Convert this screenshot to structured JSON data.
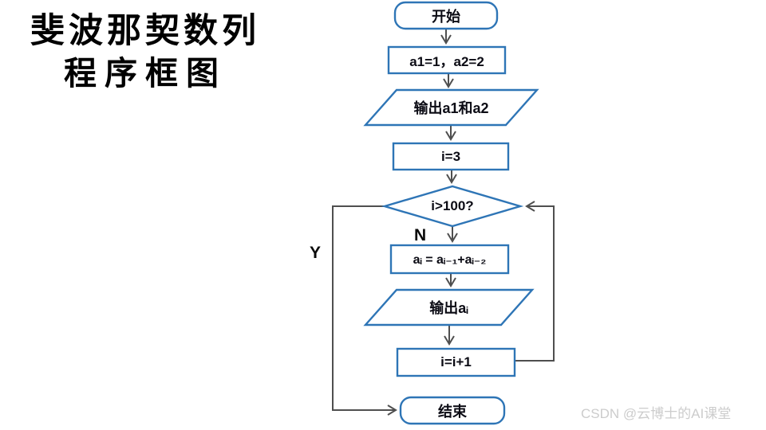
{
  "title": {
    "line1": "斐波那契数列",
    "line2": "程序框图"
  },
  "flowchart": {
    "nodes": {
      "start": "开始",
      "init": "a1=1，a2=2",
      "output_initial": "输出a1和a2",
      "set_i": "i=3",
      "condition": "i>100?",
      "compute": "aᵢ = aᵢ₋₁+aᵢ₋₂",
      "output_term": "输出aᵢ",
      "increment": "i=i+1",
      "end": "结束"
    },
    "branches": {
      "no": "N",
      "yes": "Y"
    }
  },
  "watermark": "CSDN @云博士的AI课堂",
  "colors": {
    "shape_border": "#2E75B6",
    "shape_fill": "#FFFFFF",
    "connector": "#4F4F4F",
    "node_text": "#0B0B14",
    "title_text": "#000000",
    "watermark_text": "#CCCCCC",
    "background": "#FFFFFF"
  }
}
